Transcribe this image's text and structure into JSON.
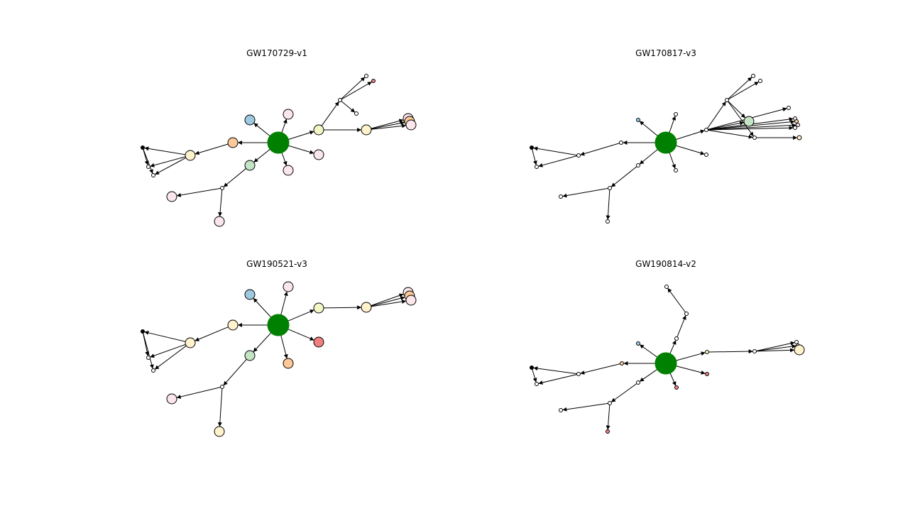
{
  "panels": [
    {
      "id": "p1",
      "title": "GW170729-v1"
    },
    {
      "id": "p2",
      "title": "GW170817-v3"
    },
    {
      "id": "p3",
      "title": "GW190521-v3"
    },
    {
      "id": "p4",
      "title": "GW190814-v2"
    }
  ],
  "colors": {
    "root": "#008000",
    "blue": "#9ecae1",
    "pink": "#fbe6ec",
    "lightpink": "#fdecef",
    "peach": "#fdc998",
    "green": "#c3e5c5",
    "yellow": "#f3f7c6",
    "cream": "#fff2cc",
    "red": "#f08080",
    "white": "#ffffff",
    "black": "#000000"
  }
}
